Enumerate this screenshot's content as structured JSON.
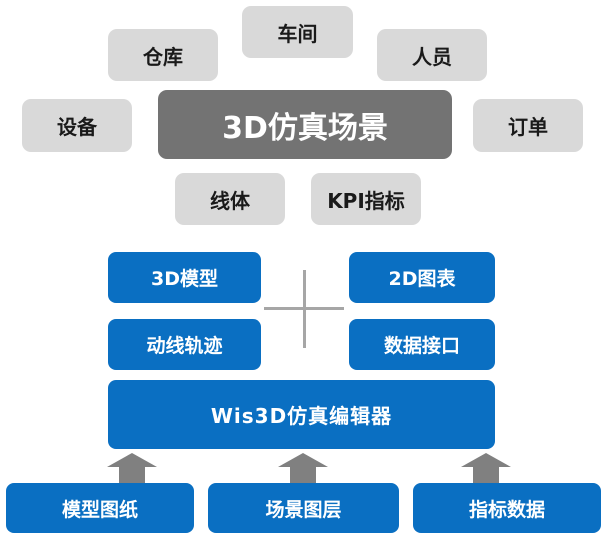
{
  "top_nodes": {
    "workshop": "车间",
    "warehouse": "仓库",
    "personnel": "人员",
    "equipment": "设备",
    "order": "订单",
    "line_body": "线体",
    "kpi_indicator": "KPI指标"
  },
  "center_node": "3D仿真场景",
  "features": {
    "model_3d": "3D模型",
    "chart_2d": "2D图表",
    "motion_track": "动线轨迹",
    "data_interface": "数据接口"
  },
  "editor": "Wis3D仿真编辑器",
  "inputs": {
    "model_drawing": "模型图纸",
    "scene_layer": "场景图层",
    "indicator_data": "指标数据"
  },
  "colors": {
    "gray_box": "#d9d9d9",
    "center_box": "#737373",
    "blue_box": "#0a6fc2",
    "arrow": "#808080",
    "cross": "#a6a6a6"
  }
}
